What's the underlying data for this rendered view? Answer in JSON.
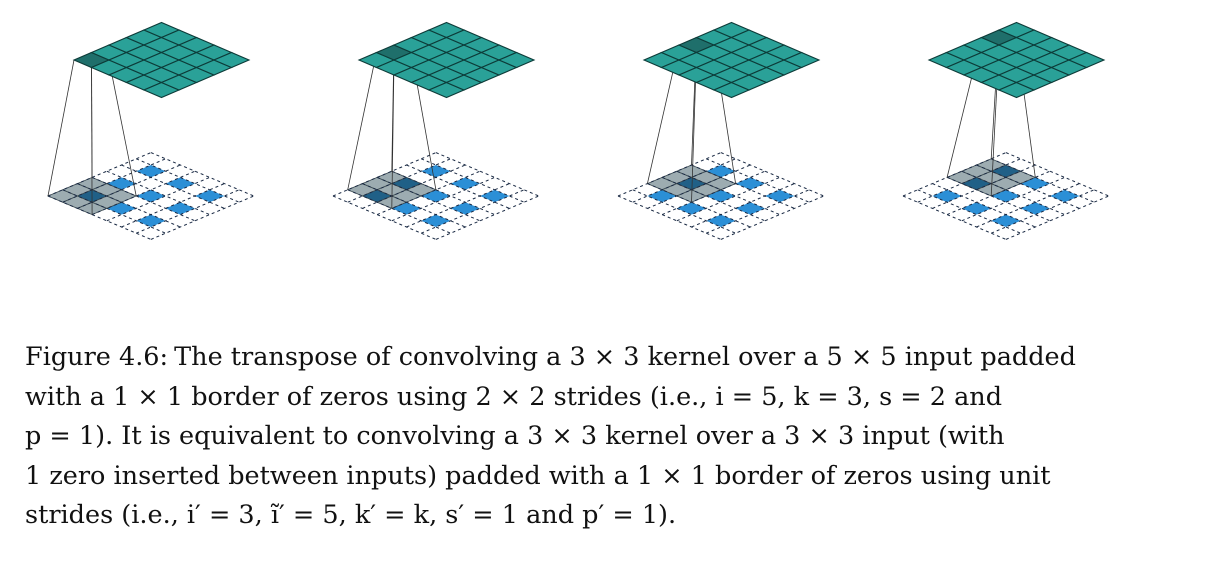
{
  "figure": {
    "panel_count": 4,
    "panels": [
      {
        "kernel_row": 0,
        "kernel_col": 0
      },
      {
        "kernel_row": 0,
        "kernel_col": 1
      },
      {
        "kernel_row": 0,
        "kernel_col": 2
      },
      {
        "kernel_row": 0,
        "kernel_col": 3
      }
    ],
    "colors": {
      "output_cell": "#2aa198",
      "output_highlight": "#1f6f6b",
      "output_grid_line": "#0d3b38",
      "input_cell": "#2b8fd6",
      "kernel_overlay": "#8c9da3",
      "kernel_dark": "#205e83",
      "padding_line": "#1a2a44"
    },
    "output_size": 5,
    "input_size": 3,
    "dilated_input_size": 7,
    "kernel_size": 3
  },
  "caption": {
    "label": "Figure 4.6:",
    "lines": [
      "The transpose of convolving a 3 × 3 kernel over a 5 × 5 input padded",
      "with a 1 × 1 border of zeros using 2 × 2 strides (i.e., i = 5, k = 3, s = 2 and",
      "p = 1). It is equivalent to convolving a 3 × 3 kernel over a 3 × 3 input (with",
      "1 zero inserted between inputs) padded with a 1 × 1 border of zeros using unit",
      "strides (i.e., i′ = 3, ĩ′ = 5, k′ = k, s′ = 1 and p′ = 1)."
    ]
  }
}
